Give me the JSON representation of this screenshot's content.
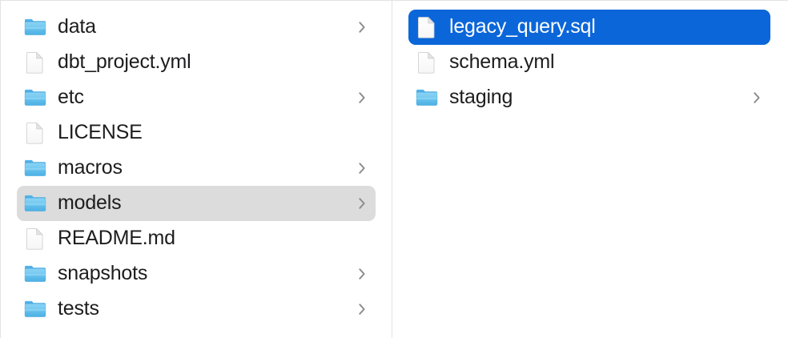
{
  "window": {
    "view_mode": "column",
    "accent_color": "#0b66d9",
    "inactive_selection_color": "#dcdcdc",
    "text_color": "#1d1d1f",
    "divider_color": "#e3e3e4",
    "background_color": "#ffffff"
  },
  "columns": [
    {
      "name": "project-root-column",
      "items": [
        {
          "label": "data",
          "kind": "folder",
          "icon": "folder-icon",
          "has_chevron": true,
          "selected": false,
          "selection_style": "none"
        },
        {
          "label": "dbt_project.yml",
          "kind": "file",
          "icon": "document-icon",
          "has_chevron": false,
          "selected": false,
          "selection_style": "none"
        },
        {
          "label": "etc",
          "kind": "folder",
          "icon": "folder-icon",
          "has_chevron": true,
          "selected": false,
          "selection_style": "none"
        },
        {
          "label": "LICENSE",
          "kind": "file",
          "icon": "document-icon",
          "has_chevron": false,
          "selected": false,
          "selection_style": "none"
        },
        {
          "label": "macros",
          "kind": "folder",
          "icon": "folder-icon",
          "has_chevron": true,
          "selected": false,
          "selection_style": "none"
        },
        {
          "label": "models",
          "kind": "folder",
          "icon": "folder-icon",
          "has_chevron": true,
          "selected": true,
          "selection_style": "gray"
        },
        {
          "label": "README.md",
          "kind": "file",
          "icon": "document-icon",
          "has_chevron": false,
          "selected": false,
          "selection_style": "none"
        },
        {
          "label": "snapshots",
          "kind": "folder",
          "icon": "folder-icon",
          "has_chevron": true,
          "selected": false,
          "selection_style": "none"
        },
        {
          "label": "tests",
          "kind": "folder",
          "icon": "folder-icon",
          "has_chevron": true,
          "selected": false,
          "selection_style": "none"
        }
      ]
    },
    {
      "name": "models-folder-column",
      "items": [
        {
          "label": "legacy_query.sql",
          "kind": "file",
          "icon": "document-icon",
          "has_chevron": false,
          "selected": true,
          "selection_style": "blue"
        },
        {
          "label": "schema.yml",
          "kind": "file",
          "icon": "document-icon",
          "has_chevron": false,
          "selected": false,
          "selection_style": "none"
        },
        {
          "label": "staging",
          "kind": "folder",
          "icon": "folder-icon",
          "has_chevron": true,
          "selected": false,
          "selection_style": "none"
        }
      ]
    }
  ]
}
